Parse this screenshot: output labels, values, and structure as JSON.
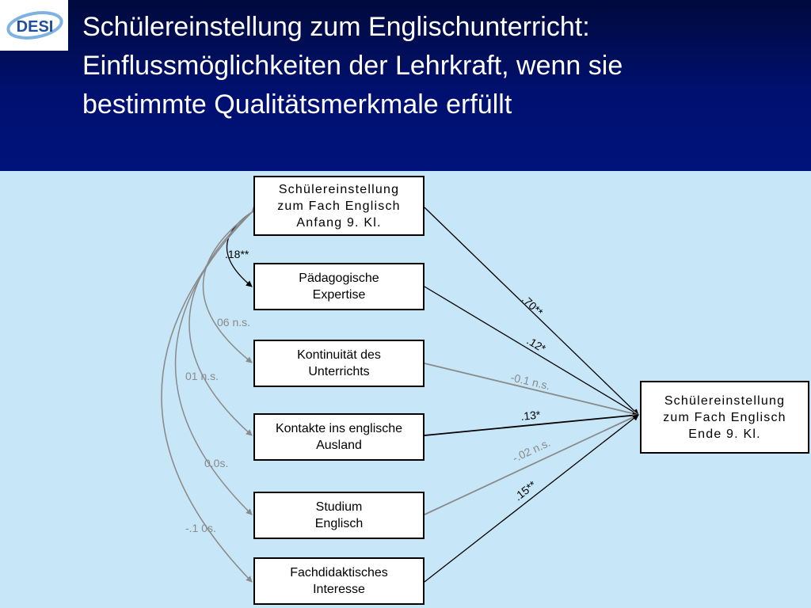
{
  "header": {
    "logo_text": "DESI",
    "title_lines": [
      "Schülereinstellung zum Englischunterricht:",
      "Einflussmöglichkeiten der Lehrkraft, wenn sie",
      "bestimmte Qualitätsmerkmale erfüllt"
    ]
  },
  "colors": {
    "header_bg": "#00137a",
    "slide_bg": "#c7e6f8",
    "box_border": "#000000",
    "path_gray": "#8a8a8a"
  },
  "diagram": {
    "boxes": {
      "start": [
        "Schülereinstellung",
        "zum Fach Englisch",
        "Anfang 9. Kl."
      ],
      "paed": [
        "Pädagogische",
        "Expertise"
      ],
      "kont": [
        "Kontinuität des",
        "Unterrichts"
      ],
      "ausl": [
        "Kontakte ins englische",
        "Ausland"
      ],
      "stud": [
        "Studium",
        "Englisch"
      ],
      "fach": [
        "Fachdidaktisches",
        "Interesse"
      ],
      "end": [
        "Schülereinstellung",
        "zum Fach Englisch",
        "Ende 9. Kl."
      ]
    },
    "correlations": {
      "paed": ".18**",
      "kont": "06 n.s.",
      "ausl": "01 n.s.",
      "stud": "0.0s.",
      "fach": "-.1 0s."
    },
    "paths": {
      "start": ".70**",
      "paed": ".12*",
      "kont": "-0.1 n.s.",
      "ausl": ".13*",
      "stud": "-.02 n.s.",
      "fach": ".15**"
    }
  }
}
